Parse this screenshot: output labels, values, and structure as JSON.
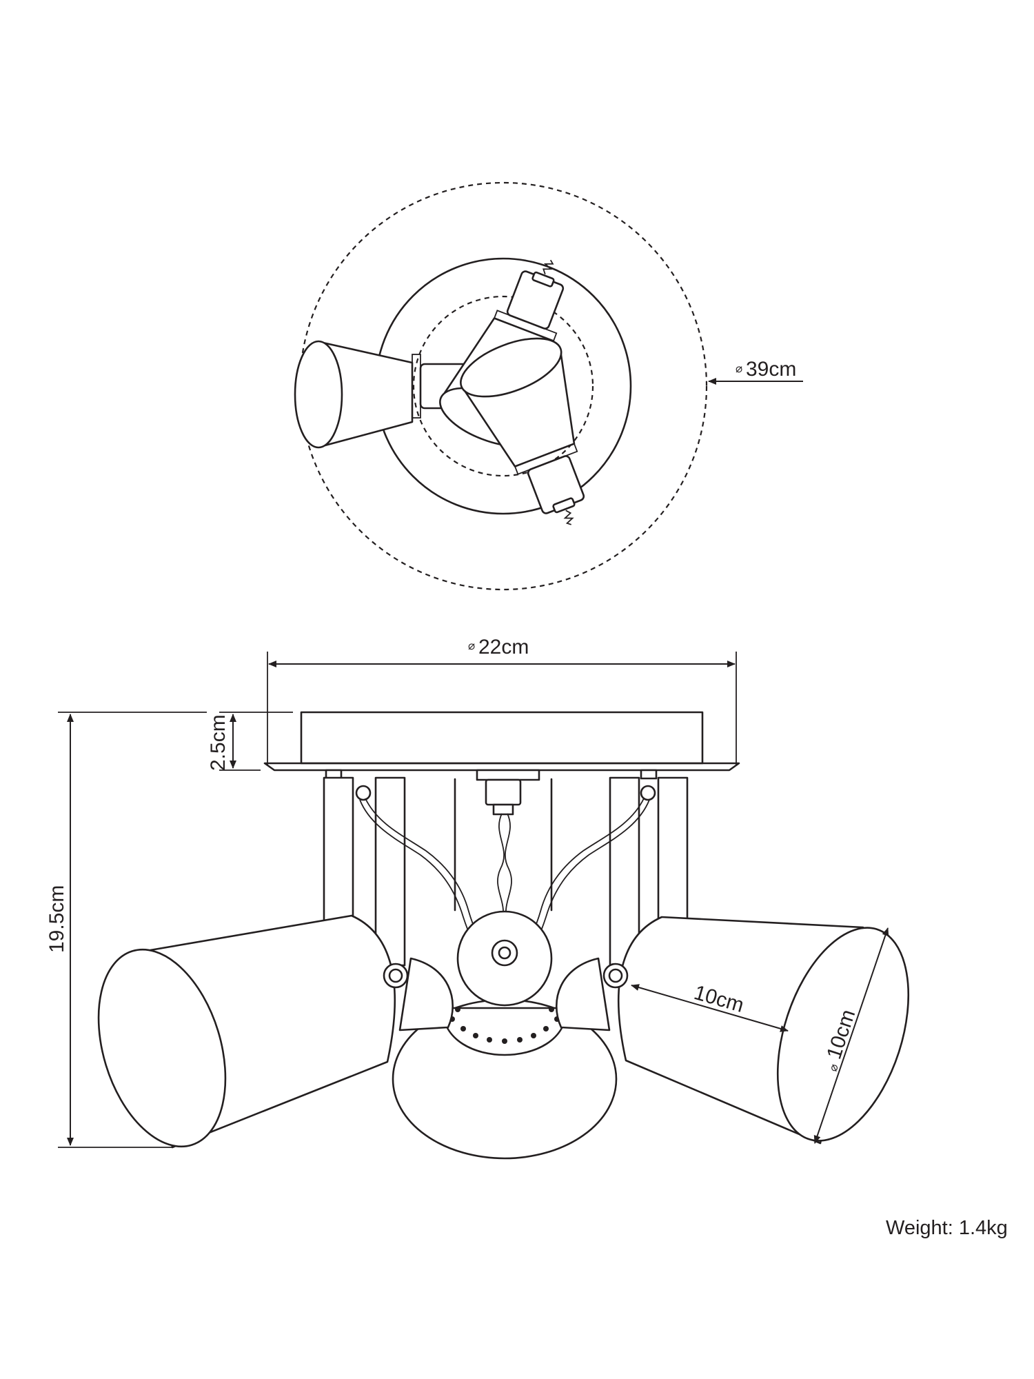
{
  "dimensions": {
    "outer_diameter": "39cm",
    "base_diameter": "22cm",
    "base_height": "2.5cm",
    "total_height": "19.5cm",
    "shade_length": "10cm",
    "shade_diameter": "10cm",
    "diameter_symbol": "⌀"
  },
  "weight_label": "Weight: 1.4kg",
  "colors": {
    "line": "#231f20",
    "background": "#ffffff"
  }
}
